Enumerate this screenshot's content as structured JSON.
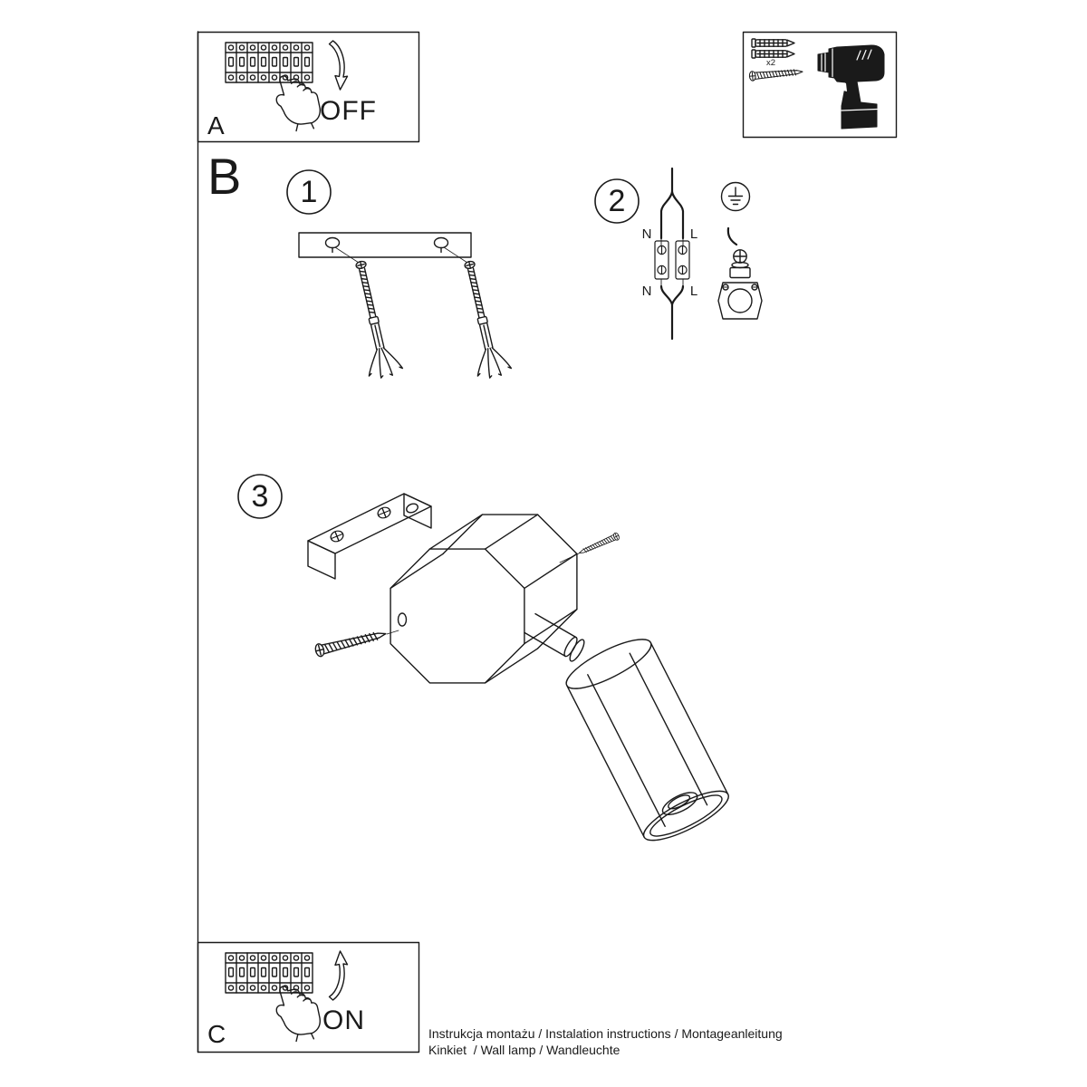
{
  "panel_a": {
    "label": "A",
    "state": "OFF"
  },
  "panel_c": {
    "label": "C",
    "state": "ON"
  },
  "parts_box": {
    "anchor_quantity": "x2"
  },
  "section_b": {
    "label": "B",
    "step1": "1",
    "step2": "2",
    "step3": "3"
  },
  "wiring": {
    "n_top": "N",
    "l_top": "L",
    "n_bottom": "N",
    "l_bottom": "L"
  },
  "footer": {
    "line1": "Instrukcja montażu / Instalation instructions / Montageanleitung",
    "line2": "Kinkiet  / Wall lamp / Wandleuchte"
  },
  "colors": {
    "ink": "#1a1a1a",
    "paper": "#ffffff"
  }
}
